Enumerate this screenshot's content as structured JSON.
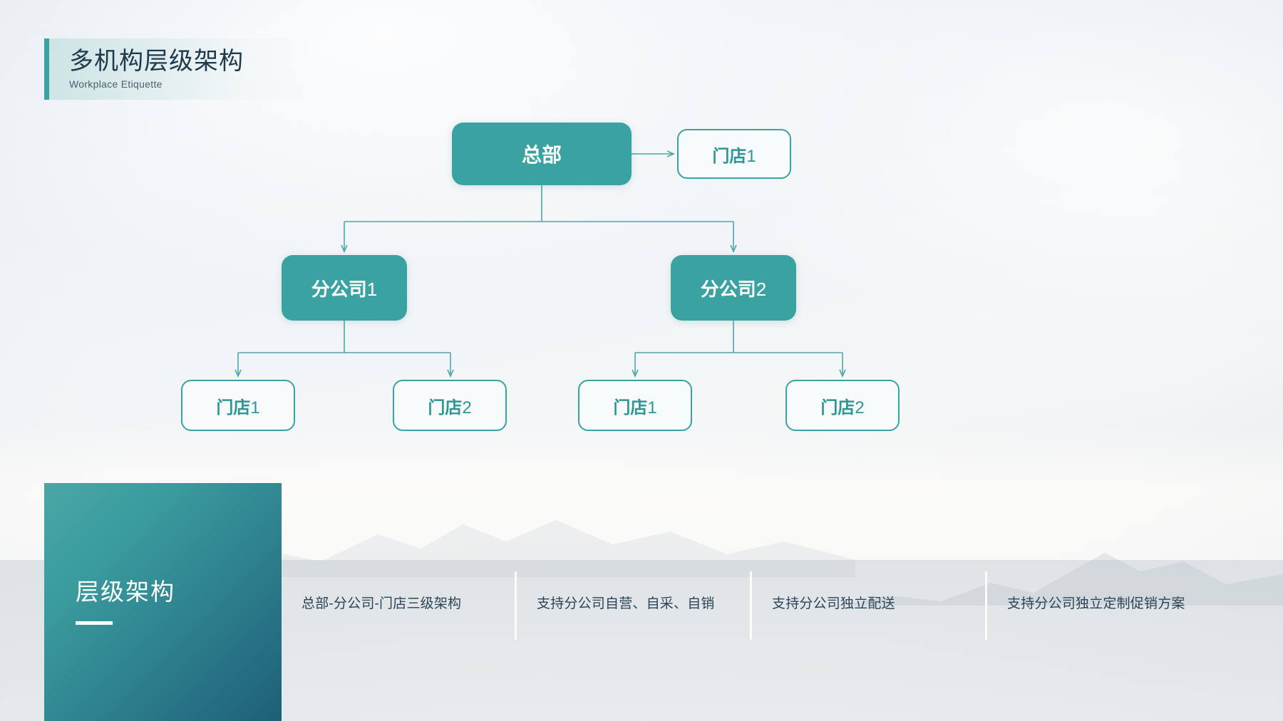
{
  "theme": {
    "accent_teal": "#3aa3a2",
    "accent_teal_dark": "#1d5f78",
    "title_text": "#1e3a4c",
    "body_text": "#2a4458",
    "node_outline_text": "#2e9695",
    "background": "#eef2f5"
  },
  "header": {
    "title": "多机构层级架构",
    "subtitle": "Workplace Etiquette"
  },
  "chart_data": {
    "type": "diagram",
    "title": "多机构层级架构",
    "nodes": [
      {
        "id": "root",
        "label_cn": "总部",
        "label_num": "",
        "level": 0,
        "style": "filled"
      },
      {
        "id": "store-top",
        "label_cn": "门店",
        "label_num": "1",
        "level": 0,
        "style": "outlined"
      },
      {
        "id": "branch1",
        "label_cn": "分公司",
        "label_num": "1",
        "level": 1,
        "style": "filled"
      },
      {
        "id": "branch2",
        "label_cn": "分公司",
        "label_num": "2",
        "level": 1,
        "style": "filled"
      },
      {
        "id": "s1",
        "label_cn": "门店",
        "label_num": "1",
        "level": 2,
        "style": "outlined"
      },
      {
        "id": "s2",
        "label_cn": "门店",
        "label_num": "2",
        "level": 2,
        "style": "outlined"
      },
      {
        "id": "s3",
        "label_cn": "门店",
        "label_num": "1",
        "level": 2,
        "style": "outlined"
      },
      {
        "id": "s4",
        "label_cn": "门店",
        "label_num": "2",
        "level": 2,
        "style": "outlined"
      }
    ],
    "edges": [
      {
        "from": "root",
        "to": "store-top",
        "direction": "right"
      },
      {
        "from": "root",
        "to": "branch1",
        "direction": "down"
      },
      {
        "from": "root",
        "to": "branch2",
        "direction": "down"
      },
      {
        "from": "branch1",
        "to": "s1",
        "direction": "down"
      },
      {
        "from": "branch1",
        "to": "s2",
        "direction": "down"
      },
      {
        "from": "branch2",
        "to": "s3",
        "direction": "down"
      },
      {
        "from": "branch2",
        "to": "s4",
        "direction": "down"
      }
    ]
  },
  "bottom_panel": {
    "title": "层级架构"
  },
  "features": [
    {
      "text": "总部-分公司-门店三级架构"
    },
    {
      "text": "支持分公司自营、自采、自销"
    },
    {
      "text": "支持分公司独立配送"
    },
    {
      "text": "支持分公司独立定制促销方案"
    }
  ]
}
